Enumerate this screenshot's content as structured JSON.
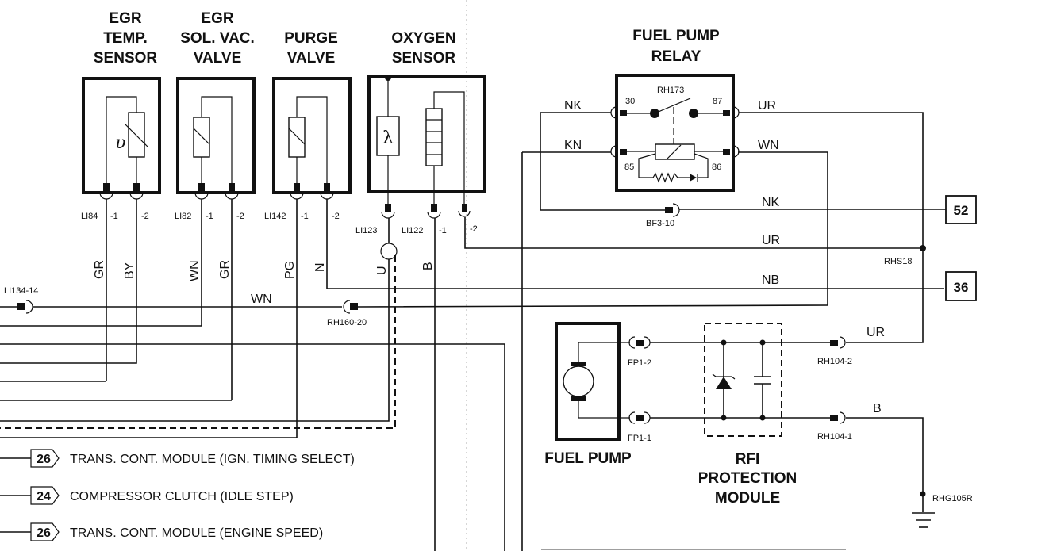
{
  "components": {
    "egr_temp_sensor": {
      "title": [
        "EGR",
        "TEMP.",
        "SENSOR"
      ],
      "symbol": "υ",
      "connector": "LI84",
      "pins": [
        "-1",
        "-2"
      ],
      "wires": [
        "GR",
        "BY"
      ]
    },
    "egr_sol_vac_valve": {
      "title": [
        "EGR",
        "SOL. VAC.",
        "VALVE"
      ],
      "connector": "LI82",
      "pins": [
        "-1",
        "-2"
      ],
      "wires": [
        "WN",
        "GR"
      ]
    },
    "purge_valve": {
      "title": [
        "PURGE",
        "VALVE"
      ],
      "connector": "LI142",
      "pins": [
        "-1",
        "-2"
      ],
      "wires": [
        "PG",
        "N"
      ]
    },
    "oxygen_sensor": {
      "title": [
        "OXYGEN",
        "SENSOR"
      ],
      "symbol": "λ",
      "connectors": [
        "LI123",
        "LI122"
      ],
      "pins": [
        "-1",
        "-2"
      ],
      "wires": [
        "U",
        "B"
      ]
    },
    "fuel_pump_relay": {
      "title": [
        "FUEL PUMP",
        "RELAY"
      ],
      "id": "RH173",
      "pins": {
        "p30": "30",
        "p87": "87",
        "p85": "85",
        "p86": "86"
      },
      "wires": {
        "in_top": "NK",
        "in_bottom": "KN",
        "out_top": "UR",
        "out_bottom": "WN"
      }
    },
    "fuel_pump": {
      "title": "FUEL PUMP",
      "connectors": [
        "FP1-2",
        "FP1-1"
      ]
    },
    "rfi_module": {
      "title": [
        "RFI",
        "PROTECTION",
        "MODULE"
      ],
      "connectors": [
        "RH104-2",
        "RH104-1"
      ],
      "wires": [
        "UR",
        "B"
      ]
    }
  },
  "connectors": {
    "li134": "LI134-14",
    "rh160": "RH160-20",
    "bf3": "BF3-10",
    "rhs18": "RHS18",
    "ground": "RHG105R"
  },
  "wire_labels": {
    "wn_main": "WN",
    "nk_bf3": "NK",
    "ur_rhs18": "UR",
    "nb_36": "NB"
  },
  "page_refs": [
    {
      "number": "52"
    },
    {
      "number": "36"
    }
  ],
  "crossrefs": [
    {
      "number": "26",
      "text": "TRANS. CONT. MODULE (IGN. TIMING SELECT)"
    },
    {
      "number": "24",
      "text": "COMPRESSOR CLUTCH (IDLE STEP)"
    },
    {
      "number": "26",
      "text": "TRANS. CONT. MODULE (ENGINE SPEED)"
    }
  ]
}
